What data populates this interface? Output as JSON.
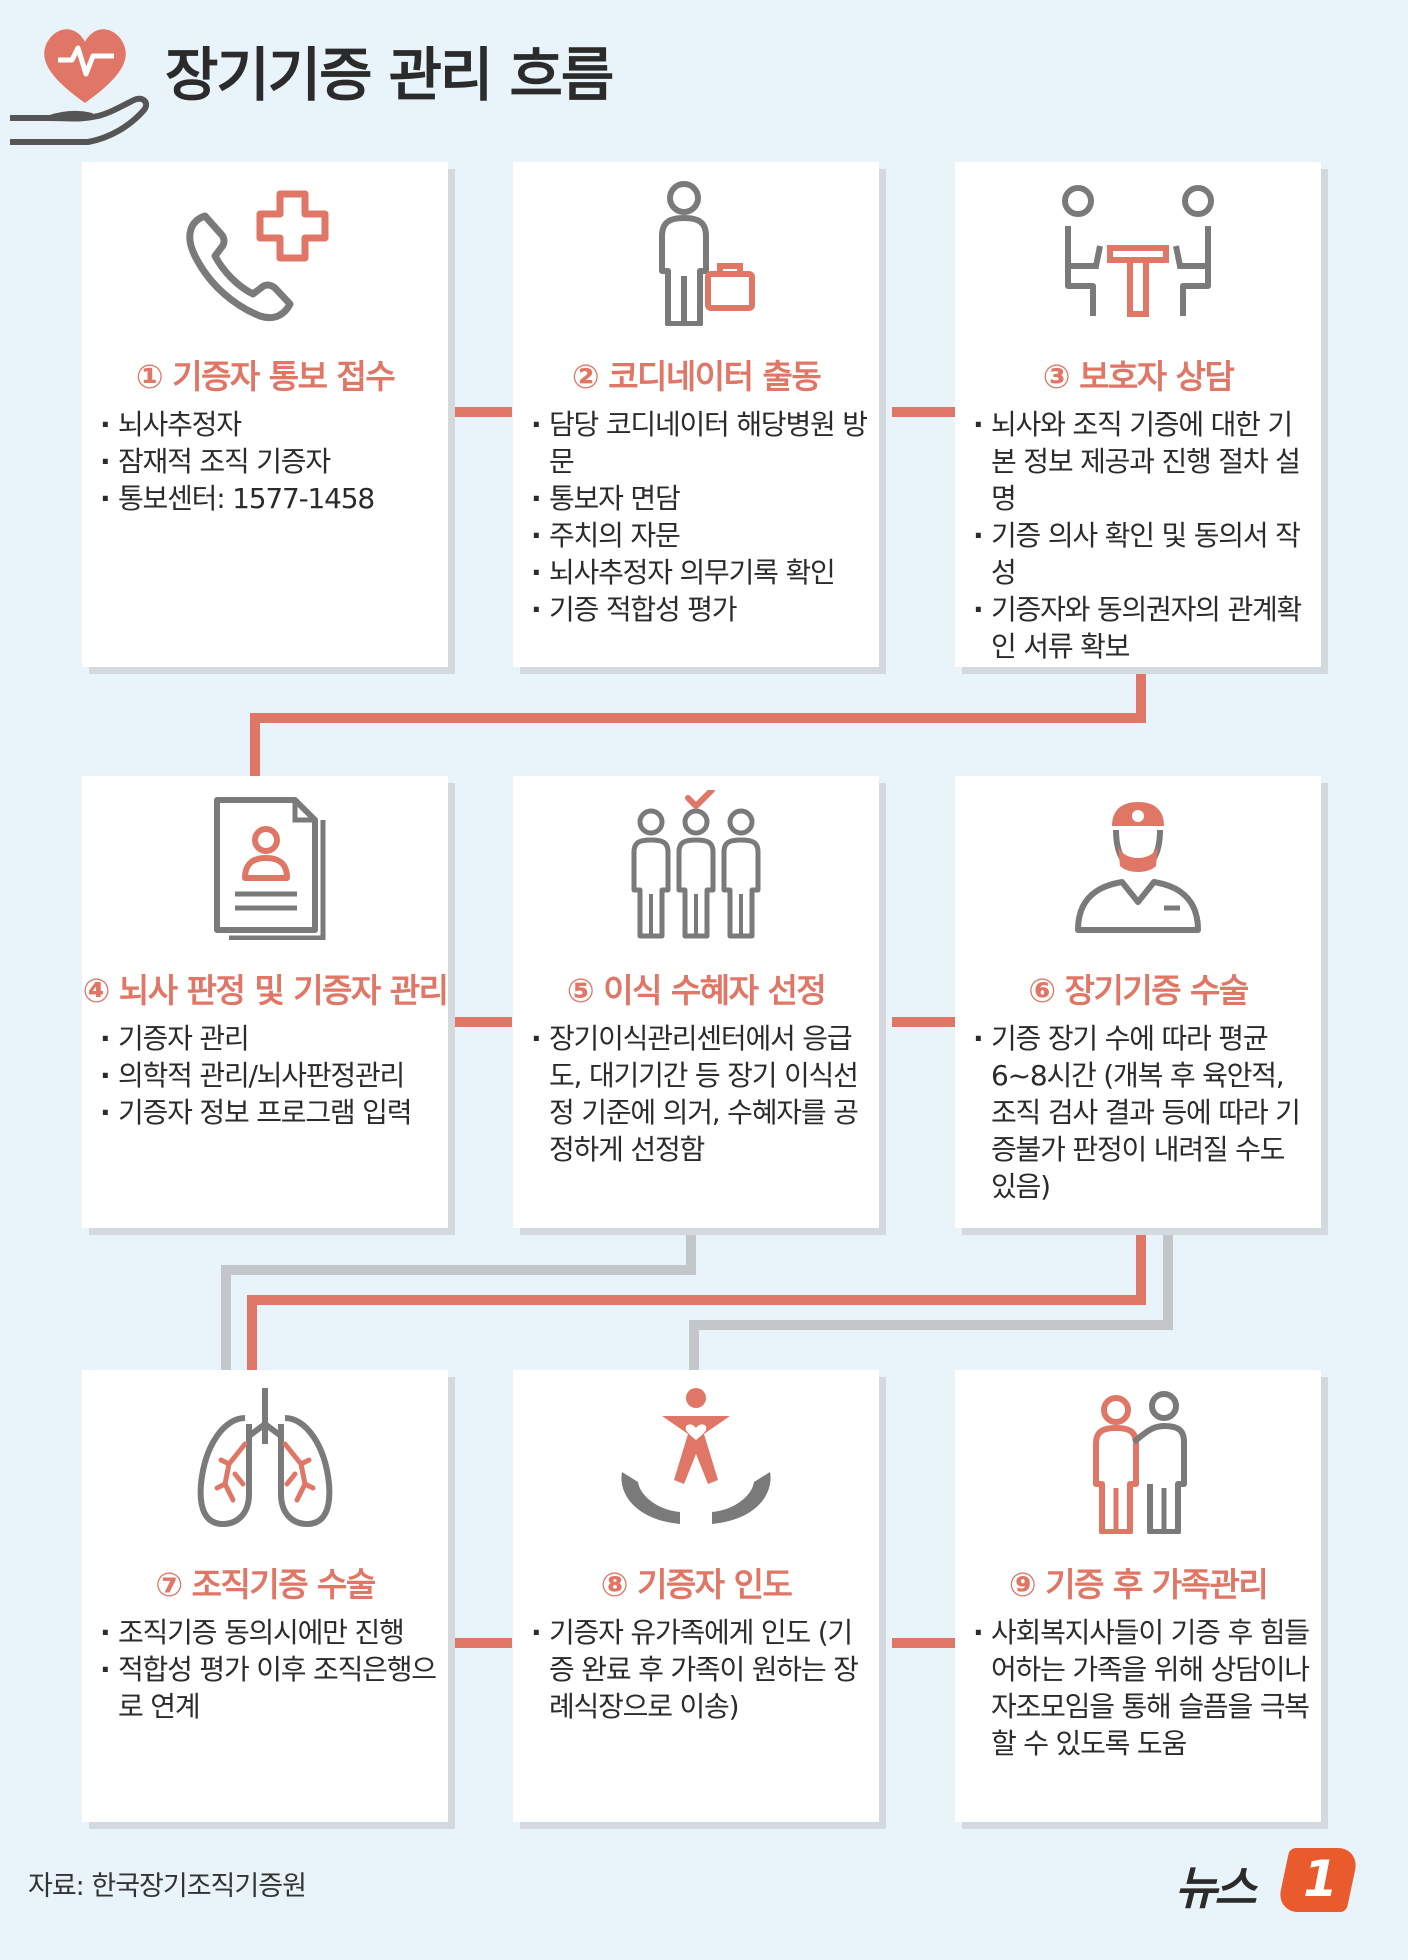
{
  "header": {
    "title": "장기기증 관리 흐름"
  },
  "colors": {
    "accent": "#e07766",
    "connector_red": "#e07766",
    "connector_gray": "#c3c7c9",
    "icon_gray": "#8a8a8a",
    "background": "#e8f4f9"
  },
  "steps": [
    {
      "title": "① 기증자 통보 접수",
      "icon": "phone-medical-cross-icon",
      "items": [
        "뇌사추정자",
        "잠재적 조직 기증자",
        "통보센터: 1577-1458"
      ]
    },
    {
      "title": "② 코디네이터 출동",
      "icon": "person-briefcase-icon",
      "items": [
        "담당 코디네이터 해당병원 방문",
        "통보자 면담",
        "주치의 자문",
        "뇌사추정자 의무기록 확인",
        "기증 적합성 평가"
      ]
    },
    {
      "title": "③ 보호자 상담",
      "icon": "consultation-table-icon",
      "items": [
        "뇌사와 조직 기증에 대한 기본 정보 제공과 진행 절차 설명",
        "기증 의사 확인 및 동의서 작성",
        "기증자와 동의권자의 관계확인 서류 확보"
      ]
    },
    {
      "title": "④ 뇌사 판정 및 기증자 관리",
      "icon": "document-profile-icon",
      "items": [
        "기증자 관리",
        "의학적 관리/뇌사판정관리",
        "기증자 정보 프로그램 입력"
      ]
    },
    {
      "title": "⑤ 이식 수혜자 선정",
      "icon": "group-selection-icon",
      "items": [
        "장기이식관리센터에서 응급도, 대기기간 등 장기 이식선정 기준에 의거, 수혜자를 공정하게 선정함"
      ]
    },
    {
      "title": "⑥ 장기기증 수술",
      "icon": "surgeon-icon",
      "items": [
        "기증 장기 수에 따라 평균 6~8시간 (개복 후 육안적, 조직 검사 결과 등에 따라 기증불가 판정이 내려질 수도 있음)"
      ]
    },
    {
      "title": "⑦ 조직기증 수술",
      "icon": "lungs-icon",
      "items": [
        "조직기증 동의시에만 진행",
        "적합성 평가 이후 조직은행으로 연계"
      ]
    },
    {
      "title": "⑧ 기증자 인도",
      "icon": "hands-heart-person-icon",
      "items": [
        "기증자 유가족에게 인도 (기증 완료 후 가족이 원하는 장례식장으로 이송)"
      ]
    },
    {
      "title": "⑨ 기증 후 가족관리",
      "icon": "family-support-icon",
      "items": [
        "사회복지사들이 기증 후 힘들어하는 가족을 위해 상담이나 자조모임을 통해 슬픔을 극복할 수 있도록 도움"
      ]
    }
  ],
  "footer": {
    "source": "자료: 한국장기조직기증원",
    "logo_text": "뉴스",
    "logo_badge": "1"
  }
}
